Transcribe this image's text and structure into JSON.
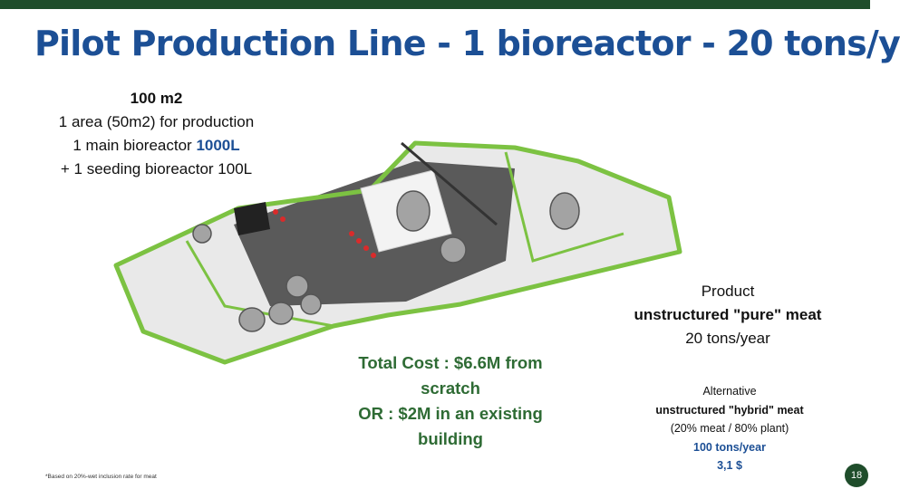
{
  "slide": {
    "title": "Pilot Production Line - 1 bioreactor - 20 tons/y",
    "page_number": "18",
    "footnote": "*Based on 20%-wet inclusion rate for meat"
  },
  "specs": {
    "area": "100 m2",
    "production_area": "1 area (50m2) for production",
    "main_bioreactor_prefix": "1 main bioreactor",
    "main_bioreactor_volume": "1000L",
    "seeding_bioreactor": "+ 1 seeding bioreactor 100L"
  },
  "product": {
    "heading": "Product",
    "name": "unstructured \"pure\" meat",
    "capacity": "20 tons/year"
  },
  "cost": {
    "line1": "Total Cost : $6.6M from scratch",
    "line2": "OR : $2M in an existing building"
  },
  "alternative": {
    "heading": "Alternative",
    "name": "unstructured \"hybrid\" meat",
    "ratio": "(20% meat / 80% plant)",
    "capacity": "100 tons/year",
    "price": "3,1 $"
  },
  "colors": {
    "title_blue": "#1c4f95",
    "dark_green": "#1f4d2b",
    "cost_green": "#2e6b34",
    "plan_green": "#7cc242"
  }
}
